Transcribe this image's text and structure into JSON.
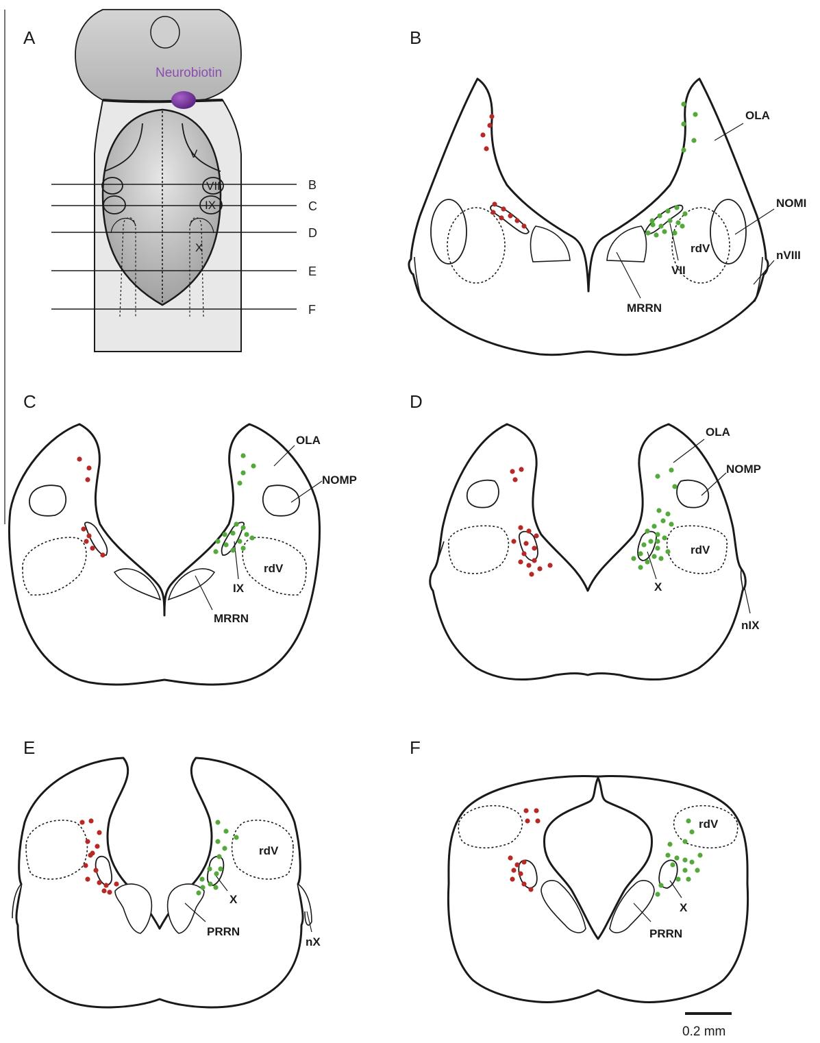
{
  "panels": {
    "A": "A",
    "B": "B",
    "C": "C",
    "D": "D",
    "E": "E",
    "F": "F"
  },
  "panel_a": {
    "tracer": "Neurobiotin",
    "tracer_color": "#7a3aa0",
    "nuclei": {
      "V": "V",
      "VII": "VII",
      "IX": "IX",
      "X": "X"
    },
    "cuts": {
      "B": "B",
      "C": "C",
      "D": "D",
      "E": "E",
      "F": "F"
    }
  },
  "panel_b": {
    "OLA": "OLA",
    "NOMI": "NOMI",
    "nVIII": "nVIII",
    "rdV": "rdV",
    "VII": "VII",
    "MRRN": "MRRN"
  },
  "panel_c": {
    "OLA": "OLA",
    "NOMP": "NOMP",
    "rdV": "rdV",
    "IX": "IX",
    "MRRN": "MRRN"
  },
  "panel_d": {
    "OLA": "OLA",
    "NOMP": "NOMP",
    "rdV": "rdV",
    "X": "X",
    "nIX": "nIX"
  },
  "panel_e": {
    "rdV": "rdV",
    "X": "X",
    "PRRN": "PRRN",
    "nX": "nX"
  },
  "panel_f": {
    "rdV": "rdV",
    "X": "X",
    "PRRN": "PRRN"
  },
  "scale_bar": {
    "label": "0.2 mm"
  },
  "colors": {
    "ipsilateral_cells": "#b52a26",
    "contralateral_cells": "#55a83b"
  }
}
